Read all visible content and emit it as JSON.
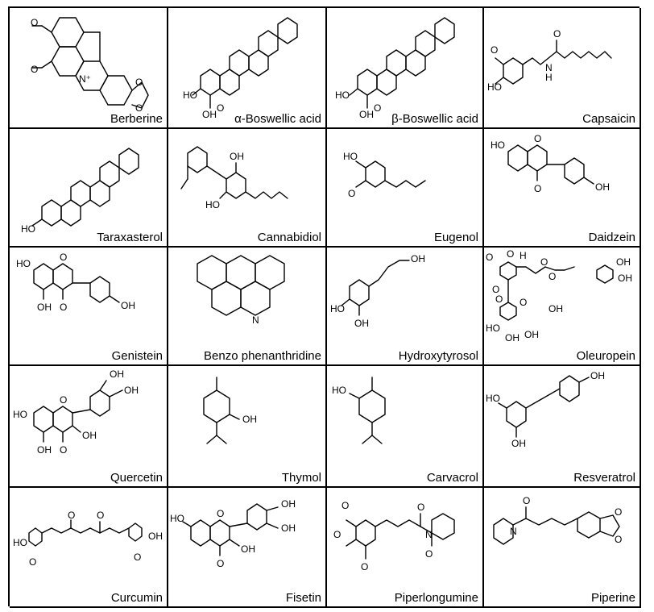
{
  "compounds": [
    {
      "name": "Berberine",
      "atoms": [
        "O",
        "O",
        "N⁺",
        "O",
        "O"
      ]
    },
    {
      "name": "α-Boswellic acid",
      "atoms": [
        "HO",
        "OH",
        "O"
      ]
    },
    {
      "name": "β-Boswellic acid",
      "atoms": [
        "HO",
        "OH",
        "O"
      ]
    },
    {
      "name": "Capsaicin",
      "atoms": [
        "O",
        "HO",
        "H",
        "N",
        "O"
      ]
    },
    {
      "name": "Taraxasterol",
      "atoms": [
        "HO"
      ]
    },
    {
      "name": "Cannabidiol",
      "atoms": [
        "OH",
        "HO"
      ]
    },
    {
      "name": "Eugenol",
      "atoms": [
        "HO",
        "O"
      ]
    },
    {
      "name": "Daidzein",
      "atoms": [
        "HO",
        "O",
        "O",
        "OH"
      ]
    },
    {
      "name": "Genistein",
      "atoms": [
        "HO",
        "O",
        "OH",
        "O",
        "OH"
      ]
    },
    {
      "name": "Benzo phenanthridine",
      "atoms": [
        "N"
      ]
    },
    {
      "name": "Hydroxytyrosol",
      "atoms": [
        "OH",
        "HO",
        "OH"
      ]
    },
    {
      "name": "Oleuropein",
      "atoms": [
        "O",
        "O",
        "H",
        "O",
        "O",
        "O",
        "OH",
        "OH",
        "O",
        "O",
        "OH",
        "HO",
        "OH",
        "OH"
      ]
    },
    {
      "name": "Quercetin",
      "atoms": [
        "OH",
        "OH",
        "HO",
        "O",
        "OH",
        "OH",
        "O"
      ]
    },
    {
      "name": "Thymol",
      "atoms": [
        "OH"
      ]
    },
    {
      "name": "Carvacrol",
      "atoms": [
        "HO"
      ]
    },
    {
      "name": "Resveratrol",
      "atoms": [
        "OH",
        "HO",
        "OH"
      ]
    },
    {
      "name": "Curcumin",
      "atoms": [
        "O",
        "O",
        "HO",
        "O",
        "O",
        "OH"
      ]
    },
    {
      "name": "Fisetin",
      "atoms": [
        "OH",
        "OH",
        "HO",
        "O",
        "OH",
        "O"
      ]
    },
    {
      "name": "Piperlongumine",
      "atoms": [
        "O",
        "O",
        "O",
        "O",
        "N",
        "O"
      ]
    },
    {
      "name": "Piperine",
      "atoms": [
        "O",
        "N",
        "O",
        "O"
      ]
    }
  ]
}
